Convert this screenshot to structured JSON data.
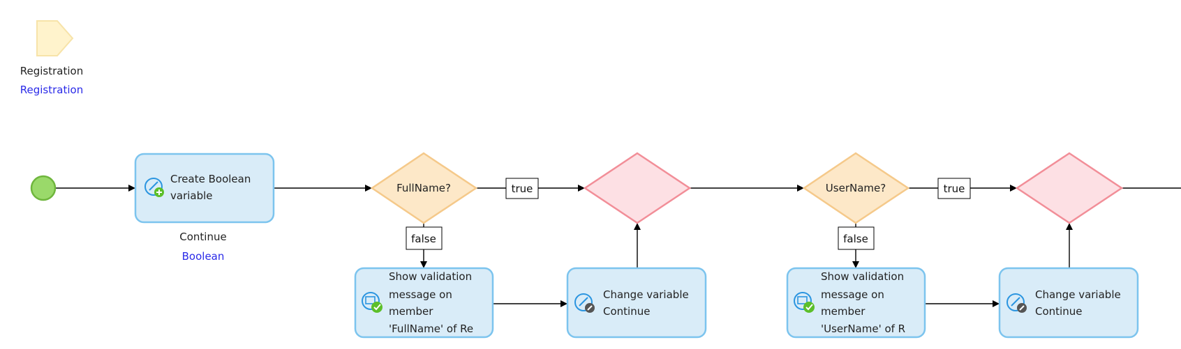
{
  "parameter": {
    "name": "Registration",
    "type": "Registration",
    "icon": "parameter-icon"
  },
  "start_event": {
    "icon": "start-event-icon"
  },
  "activities": {
    "create_variable": {
      "lines": [
        "Create Boolean",
        "variable"
      ],
      "output_name": "Continue",
      "output_type": "Boolean",
      "icon": "create-variable-icon"
    },
    "validate_fullname": {
      "lines": [
        "Show validation",
        "message on",
        "member",
        "'FullName'  of  Re"
      ],
      "icon": "validation-message-icon"
    },
    "change_var_1": {
      "lines": [
        "Change variable",
        "Continue"
      ],
      "icon": "change-variable-icon"
    },
    "validate_username": {
      "lines": [
        "Show validation",
        "message on",
        "member",
        "'UserName'  of  R"
      ],
      "icon": "validation-message-icon"
    },
    "change_var_2": {
      "lines": [
        "Change variable",
        "Continue"
      ],
      "icon": "change-variable-icon"
    }
  },
  "decisions": {
    "fullname": {
      "label": "FullName?",
      "true_label": "true",
      "false_label": "false"
    },
    "username": {
      "label": "UserName?",
      "true_label": "true",
      "false_label": "false"
    }
  },
  "colors": {
    "activity_fill": "#d9ecf8",
    "activity_stroke": "#7cc4ee",
    "decision_fill": "#fde8c8",
    "decision_stroke": "#f5c98a",
    "merge_fill": "#fde0e4",
    "merge_stroke": "#f28e98",
    "start_fill": "#9ad96a",
    "start_stroke": "#6fb63d",
    "parameter_fill": "#fff3cc",
    "parameter_stroke": "#f7e3a8",
    "link_text": "#2a2ae8"
  }
}
